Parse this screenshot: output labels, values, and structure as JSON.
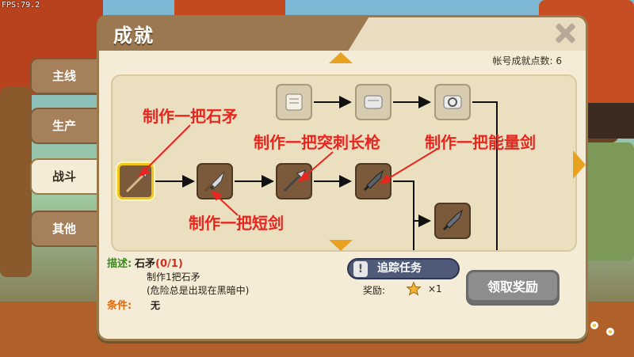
{
  "hud": {
    "fps": "FPS:79.2"
  },
  "panel": {
    "title": "成就",
    "points_label": "帐号成就点数: 6"
  },
  "tabs": [
    {
      "label": "主线",
      "active": false
    },
    {
      "label": "生产",
      "active": false
    },
    {
      "label": "战斗",
      "active": true
    },
    {
      "label": "其他",
      "active": false
    }
  ],
  "tree": {
    "nodes": [
      {
        "id": "stone-spear",
        "icon": "stone-spear-icon",
        "selected": true
      },
      {
        "id": "short-sword",
        "icon": "short-sword-icon"
      },
      {
        "id": "thrust-spear",
        "icon": "long-spear-icon"
      },
      {
        "id": "energy-sword",
        "icon": "energy-sword-icon"
      },
      {
        "id": "scroll-1",
        "icon": "scroll-icon"
      },
      {
        "id": "scroll-2",
        "icon": "scroll-icon"
      },
      {
        "id": "scroll-3",
        "icon": "scroll-icon"
      },
      {
        "id": "sword-lower",
        "icon": "sword-icon"
      }
    ],
    "annotations": {
      "stone_spear": "制作一把石矛",
      "thrust_spear": "制作一把突刺长枪",
      "energy_sword": "制作一把能量剑",
      "short_sword": "制作一把短剑"
    }
  },
  "details": {
    "desc_label": "描述:",
    "name": "石矛",
    "progress": "(0/1)",
    "line1": "制作1把石矛",
    "line2": "(危险总是出现在黑暗中)",
    "cond_label": "条件:",
    "cond_value": "无"
  },
  "actions": {
    "track_label": "追踪任务",
    "reward_label": "奖励:",
    "reward_count": "×1",
    "claim_label": "领取奖励"
  }
}
